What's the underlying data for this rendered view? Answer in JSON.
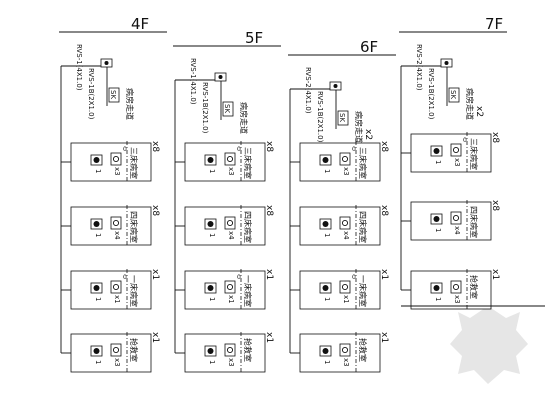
{
  "floors": [
    {
      "label": "4F",
      "cable_top": "RVS-1(4X1.0)",
      "cable_bottom": "RVS-1B(2X1.0)",
      "sk": "SK",
      "corridor": "病房走道",
      "corridor_mult": "",
      "rooms": [
        {
          "name": "三床病室",
          "lamp": "1",
          "bell": "0",
          "bed": "x3",
          "mult": "x8"
        },
        {
          "name": "四床病室",
          "lamp": "1",
          "bell": "",
          "bed": "x4",
          "mult": "x8"
        },
        {
          "name": "一床病室",
          "lamp": "1",
          "bell": "0",
          "bed": "x1",
          "mult": "x1"
        },
        {
          "name": "抢救室",
          "lamp": "1",
          "bell": "",
          "bed": "x3",
          "mult": "x1"
        }
      ]
    },
    {
      "label": "5F",
      "cable_top": "RVS-1(4X1.0)",
      "cable_bottom": "RVS-1B(2X1.0)",
      "sk": "SK",
      "corridor": "病房走道",
      "corridor_mult": "",
      "rooms": [
        {
          "name": "三床病室",
          "lamp": "1",
          "bell": "0",
          "bed": "x3",
          "mult": "x8"
        },
        {
          "name": "四床病室",
          "lamp": "1",
          "bell": "",
          "bed": "x4",
          "mult": "x8"
        },
        {
          "name": "一床病室",
          "lamp": "1",
          "bell": "0",
          "bed": "x1",
          "mult": "x1"
        },
        {
          "name": "抢救室",
          "lamp": "1",
          "bell": "",
          "bed": "x3",
          "mult": "x1"
        }
      ]
    },
    {
      "label": "6F",
      "cable_top": "RVS-2(4X1.0)",
      "cable_bottom": "RVS-1B(2X1.0)",
      "sk": "SK",
      "corridor": "病房走道",
      "corridor_mult": "x2",
      "rooms": [
        {
          "name": "三床病室",
          "lamp": "1",
          "bell": "0",
          "bed": "x3",
          "mult": "x8"
        },
        {
          "name": "四床病室",
          "lamp": "1",
          "bell": "",
          "bed": "x4",
          "mult": "x8"
        },
        {
          "name": "一床病室",
          "lamp": "1",
          "bell": "0",
          "bed": "x1",
          "mult": "x1"
        },
        {
          "name": "抢救室",
          "lamp": "1",
          "bell": "",
          "bed": "x3",
          "mult": "x1"
        }
      ]
    },
    {
      "label": "7F",
      "cable_top": "RVS-2(4X1.0)",
      "cable_bottom": "RVS-1B(2X1.0)",
      "sk": "SK",
      "corridor": "病房走道",
      "corridor_mult": "x2",
      "rooms": [
        {
          "name": "三床病室",
          "lamp": "1",
          "bell": "0",
          "bed": "x3",
          "mult": "x8"
        },
        {
          "name": "四床病室",
          "lamp": "1",
          "bell": "",
          "bed": "x4",
          "mult": "x8"
        },
        {
          "name": "抢救室",
          "lamp": "1",
          "bell": "",
          "bed": "x3",
          "mult": "x1"
        }
      ]
    }
  ]
}
